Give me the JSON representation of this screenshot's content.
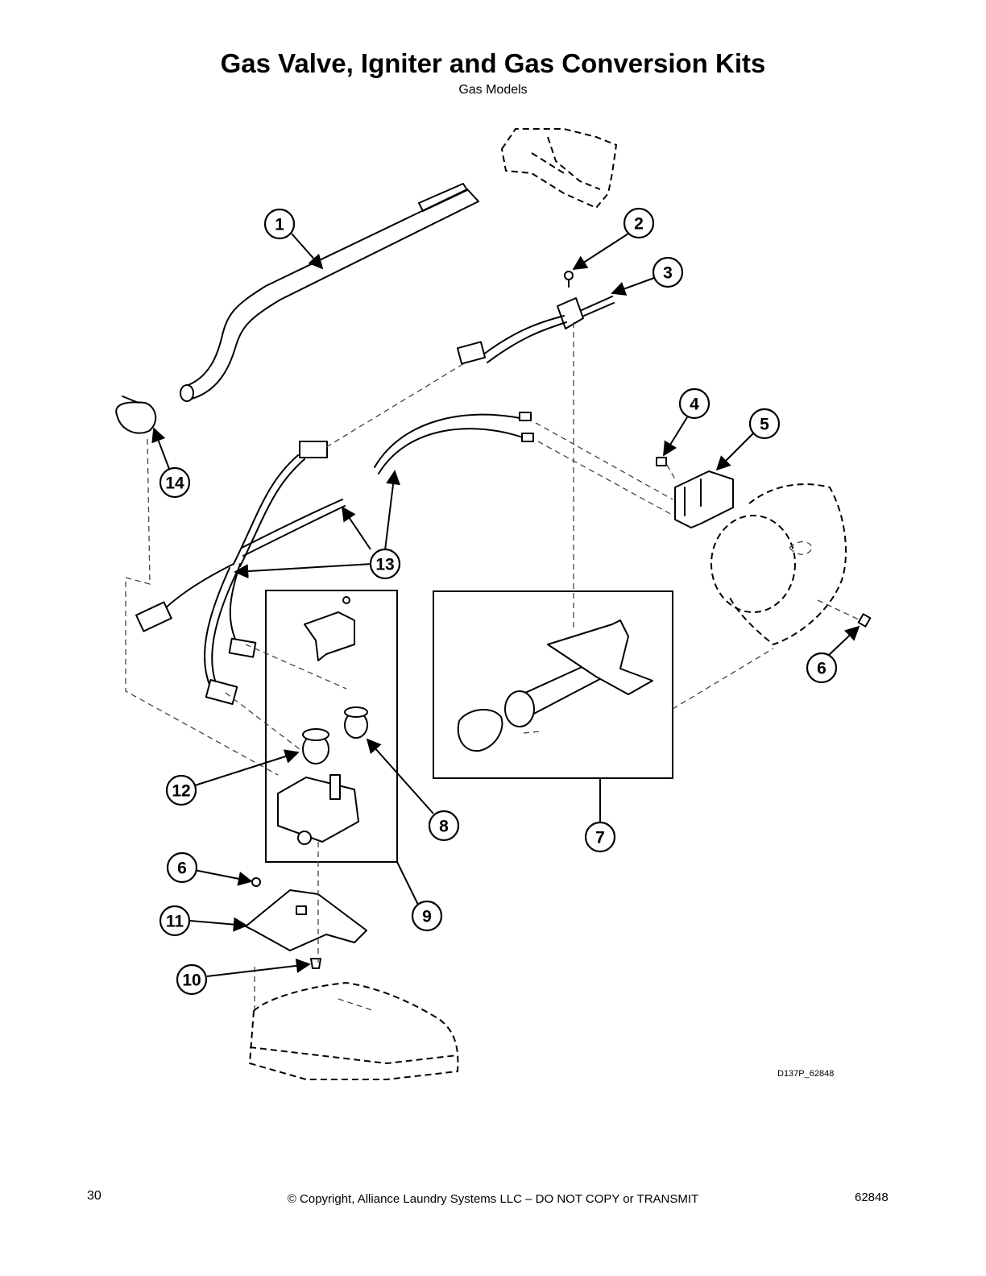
{
  "title": "Gas Valve, Igniter and Gas Conversion Kits",
  "subtitle": "Gas Models",
  "drawing_code": "D137P_62848",
  "footer": {
    "page_number": "30",
    "copyright": "© Copyright, Alliance Laundry Systems LLC – DO NOT COPY or TRANSMIT",
    "doc_number": "62848"
  },
  "callouts": [
    {
      "id": "c1",
      "label": "1"
    },
    {
      "id": "c2",
      "label": "2"
    },
    {
      "id": "c3",
      "label": "3"
    },
    {
      "id": "c4",
      "label": "4"
    },
    {
      "id": "c5",
      "label": "5"
    },
    {
      "id": "c6a",
      "label": "6"
    },
    {
      "id": "c6b",
      "label": "6"
    },
    {
      "id": "c7",
      "label": "7"
    },
    {
      "id": "c8",
      "label": "8"
    },
    {
      "id": "c9",
      "label": "9"
    },
    {
      "id": "c10",
      "label": "10"
    },
    {
      "id": "c11",
      "label": "11"
    },
    {
      "id": "c12",
      "label": "12"
    },
    {
      "id": "c13",
      "label": "13"
    },
    {
      "id": "c14",
      "label": "14"
    }
  ]
}
